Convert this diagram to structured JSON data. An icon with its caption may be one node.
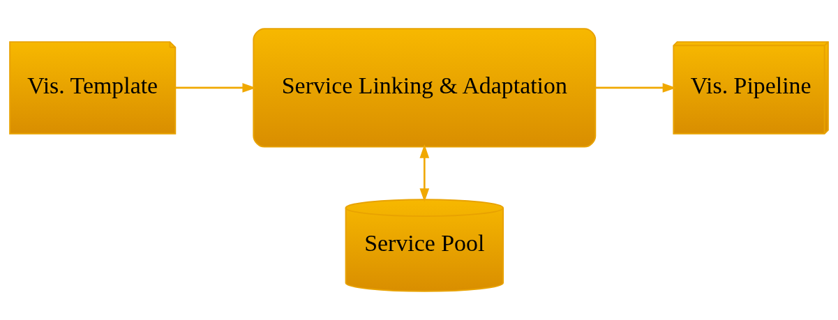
{
  "diagram": {
    "nodes": [
      {
        "text": [
          "Vis. Template"
        ]
      },
      {
        "text": [
          "Service Linking & Adaptation"
        ]
      },
      {
        "text": [
          "Vis. Pipeline"
        ]
      },
      {
        "text": [
          "Service Pool"
        ]
      }
    ],
    "edges": [
      {
        "from": 0,
        "to": 1,
        "arrow": "to"
      },
      {
        "from": 1,
        "to": 2,
        "arrow": "to"
      },
      {
        "from": 1,
        "to": 3,
        "arrow": "both"
      }
    ]
  }
}
